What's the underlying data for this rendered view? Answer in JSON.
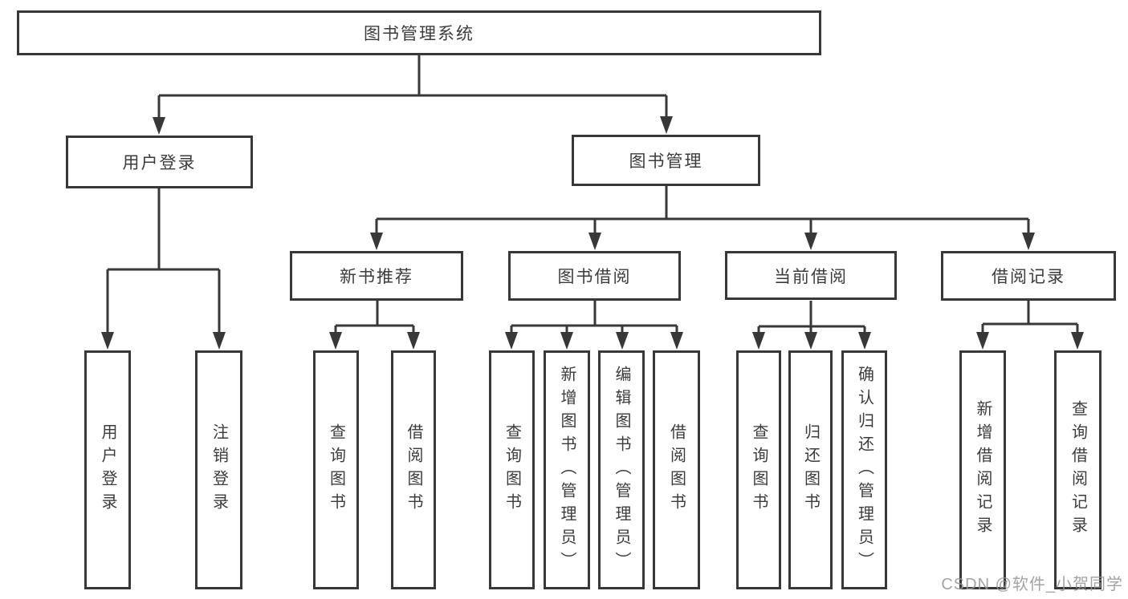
{
  "tree": {
    "root": {
      "label": "图书管理系统"
    },
    "branches": [
      {
        "label": "用户登录",
        "children": [
          {
            "label": "用户登录"
          },
          {
            "label": "注销登录"
          }
        ]
      },
      {
        "label": "图书管理",
        "groups": [
          {
            "label": "新书推荐",
            "children": [
              {
                "label": "查询图书"
              },
              {
                "label": "借阅图书"
              }
            ]
          },
          {
            "label": "图书借阅",
            "children": [
              {
                "label": "查询图书"
              },
              {
                "label": "新增图书（管理员）"
              },
              {
                "label": "编辑图书（管理员）"
              },
              {
                "label": "借阅图书"
              }
            ]
          },
          {
            "label": "当前借阅",
            "children": [
              {
                "label": "查询图书"
              },
              {
                "label": "归还图书"
              },
              {
                "label": "确认归还（管理员）"
              }
            ]
          },
          {
            "label": "借阅记录",
            "children": [
              {
                "label": "新增借阅记录"
              },
              {
                "label": "查询借阅记录"
              }
            ]
          }
        ]
      }
    ]
  },
  "watermark": {
    "text": "CSDN @软件_小贺同学"
  },
  "colors": {
    "line": "#383838",
    "node_border": "#383838",
    "node_text": "#3c3c3c",
    "background": "#ffffff",
    "watermark": "#949494"
  }
}
